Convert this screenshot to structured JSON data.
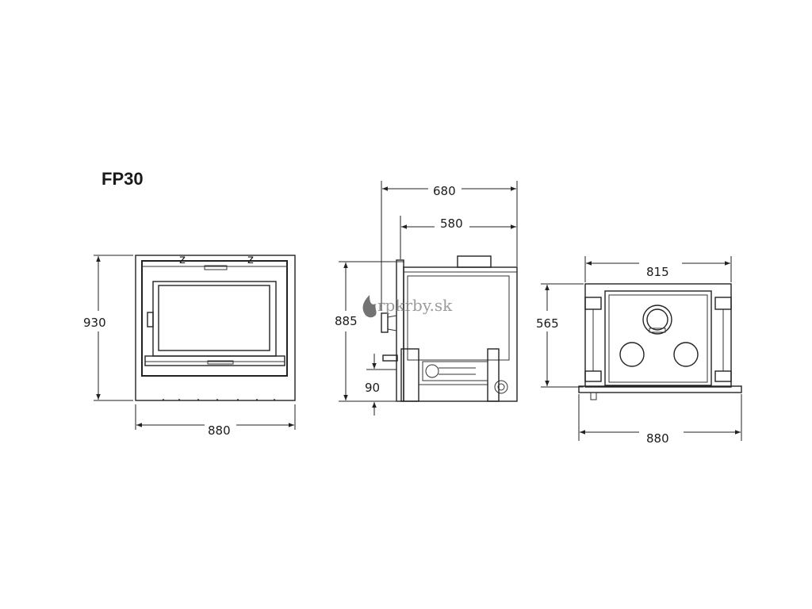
{
  "model": "FP30",
  "watermark": "rpkrby.sk",
  "colors": {
    "line": "#222222",
    "watermark": "#7a7a7a"
  },
  "front_view": {
    "height": "930",
    "width": "880"
  },
  "side_view": {
    "overall_depth": "680",
    "body_depth": "580",
    "height": "885",
    "base_height": "90"
  },
  "top_view": {
    "depth": "565",
    "inner_width": "815",
    "outer_width": "880"
  }
}
